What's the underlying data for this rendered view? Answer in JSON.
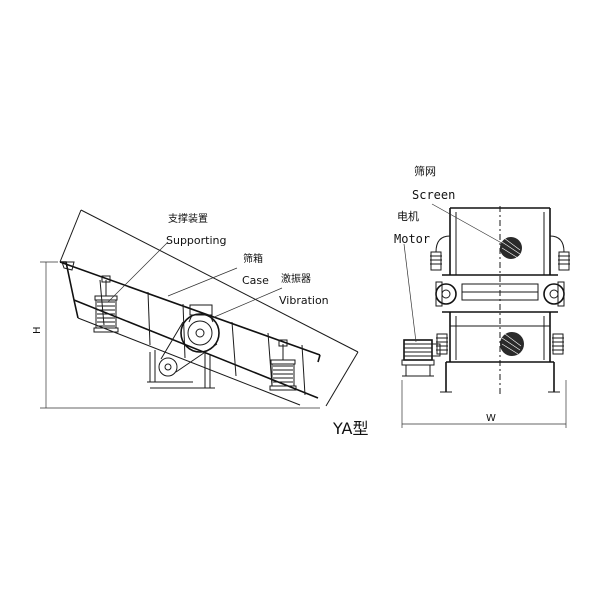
{
  "side_view": {
    "supporting_cn": "支撑装置",
    "supporting_en": "Supporting",
    "case_cn": "筛箱",
    "case_en": "Case",
    "vibration_cn": "激振器",
    "vibration_en": "Vibration",
    "dim_height": "H"
  },
  "model_label": "YA型",
  "end_view": {
    "screen_cn": "筛网",
    "screen_en": "Screen",
    "motor_cn": "电机",
    "motor_en": "Motor",
    "dim_width": "W"
  }
}
